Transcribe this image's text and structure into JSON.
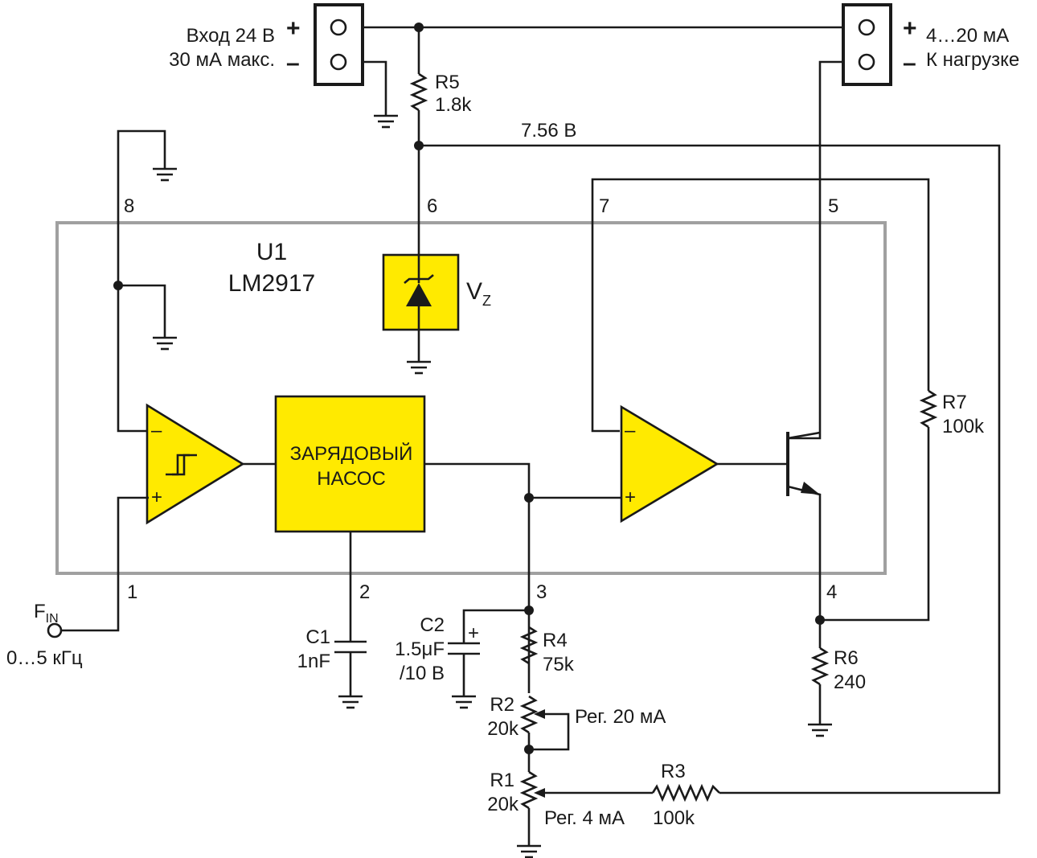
{
  "colors": {
    "block_fill": "#ffea00",
    "ic_outline": "#a0a0a0",
    "wire": "#1a1a1a"
  },
  "icons": [
    "ground-icon",
    "resistor-icon",
    "capacitor-icon",
    "zener-diode-icon",
    "comparator-icon",
    "opamp-icon",
    "npn-transistor-icon",
    "terminal-block-icon"
  ],
  "input_connector": {
    "line1": "Вход 24 В",
    "line2": "30 мА макс.",
    "plus": "+",
    "minus": "–"
  },
  "output_connector": {
    "line1": "4…20 мА",
    "line2": "К нагрузке",
    "plus": "+",
    "minus": "–"
  },
  "ic": {
    "ref": "U1",
    "part": "LM2917",
    "charge_pump_line1": "ЗАРЯДОВЫЙ",
    "charge_pump_line2": "НАСОС",
    "zener_label": "V",
    "zener_sub": "Z",
    "hysteresis_minus": "–",
    "hysteresis_plus": "+",
    "opamp_minus": "–",
    "opamp_plus": "+"
  },
  "pins": {
    "p1": "1",
    "p2": "2",
    "p3": "3",
    "p4": "4",
    "p5": "5",
    "p6": "6",
    "p7": "7",
    "p8": "8"
  },
  "voltage_node": "7.56 В",
  "fin": {
    "label": "F",
    "sub": "IN",
    "range": "0…5 кГц"
  },
  "r5": {
    "ref": "R5",
    "value": "1.8k"
  },
  "r7": {
    "ref": "R7",
    "value": "100k"
  },
  "r6": {
    "ref": "R6",
    "value": "240"
  },
  "r4": {
    "ref": "R4",
    "value": "75k"
  },
  "r2": {
    "ref": "R2",
    "value": "20k",
    "adj": "Рег. 20 мА"
  },
  "r1": {
    "ref": "R1",
    "value": "20k",
    "adj": "Рег. 4 мА"
  },
  "r3": {
    "ref": "R3",
    "value": "100k"
  },
  "c1": {
    "ref": "C1",
    "value": "1nF"
  },
  "c2": {
    "ref": "C2",
    "value": "1.5μF",
    "voltage": "/10 В",
    "plus": "+"
  }
}
